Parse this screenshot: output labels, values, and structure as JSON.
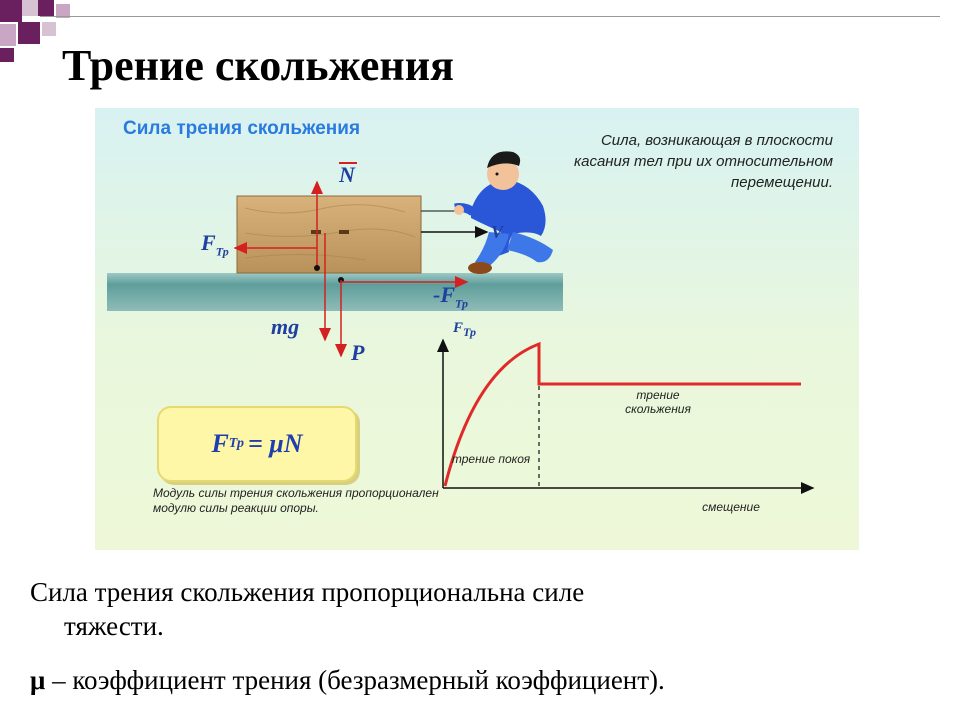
{
  "slide": {
    "title": "Трение скольжения"
  },
  "figure": {
    "title": "Сила трения скольжения",
    "definition": "Сила, возникающая в плоскости касания тел при их относительном перемещении.",
    "labels": {
      "normal": "N",
      "friction_base": "F",
      "friction_sub": "Тр",
      "velocity": "V",
      "neg_friction_base": "-F",
      "neg_friction_sub": "Тр",
      "gravity": "mg",
      "weight": "P"
    },
    "formula": {
      "lhs": "F",
      "sub": "Тр",
      "rhs": "= μN"
    },
    "caption": "Модуль силы трения скольжения пропорционален модулю силы реакции опоры.",
    "graph": {
      "y_label_base": "F",
      "y_label_sub": "Тр",
      "x_label": "смещение",
      "region_static": "трение покоя",
      "region_sliding": "трение скольжения"
    },
    "colors": {
      "arrow_red": "#d42020",
      "curve_red": "#e02a2a",
      "block_wood": "#c8a46a",
      "floor": "#6aa7a4",
      "person_shirt": "#2a57d8"
    }
  },
  "text": {
    "line1": "Сила трения скольжения пропорциональна силе",
    "line1_cont": "тяжести.",
    "line2_mu": "μ",
    "line2_rest": " – коэффициент трения (безразмерный коэффициент)."
  }
}
